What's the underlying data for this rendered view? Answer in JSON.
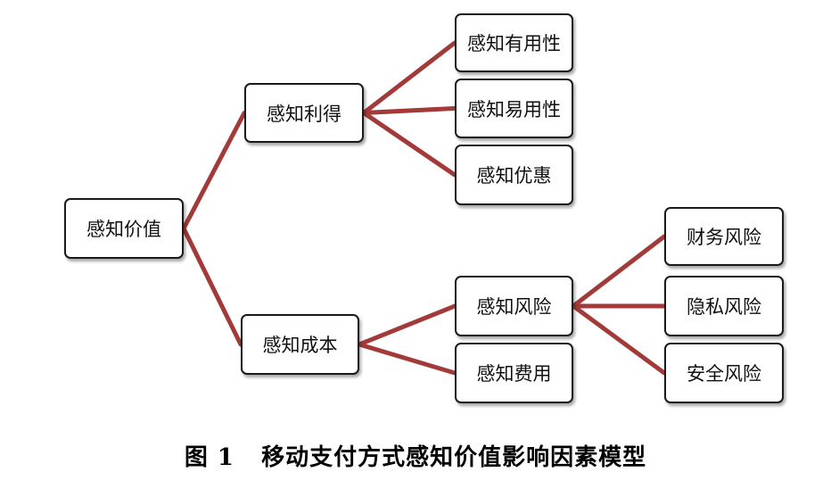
{
  "diagram": {
    "edge_color": "#a33a3a",
    "nodes": {
      "root": "感知价值",
      "benefit": "感知利得",
      "cost": "感知成本",
      "usefulness": "感知有用性",
      "ease_of_use": "感知易用性",
      "discount": "感知优惠",
      "risk": "感知风险",
      "fee": "感知费用",
      "financial_risk": "财务风险",
      "privacy_risk": "隐私风险",
      "security_risk": "安全风险"
    },
    "edges": [
      [
        "root",
        "benefit"
      ],
      [
        "root",
        "cost"
      ],
      [
        "benefit",
        "usefulness"
      ],
      [
        "benefit",
        "ease_of_use"
      ],
      [
        "benefit",
        "discount"
      ],
      [
        "cost",
        "risk"
      ],
      [
        "cost",
        "fee"
      ],
      [
        "risk",
        "financial_risk"
      ],
      [
        "risk",
        "privacy_risk"
      ],
      [
        "risk",
        "security_risk"
      ]
    ]
  },
  "caption": {
    "label": "图 1",
    "title": "移动支付方式感知价值影响因素模型"
  }
}
